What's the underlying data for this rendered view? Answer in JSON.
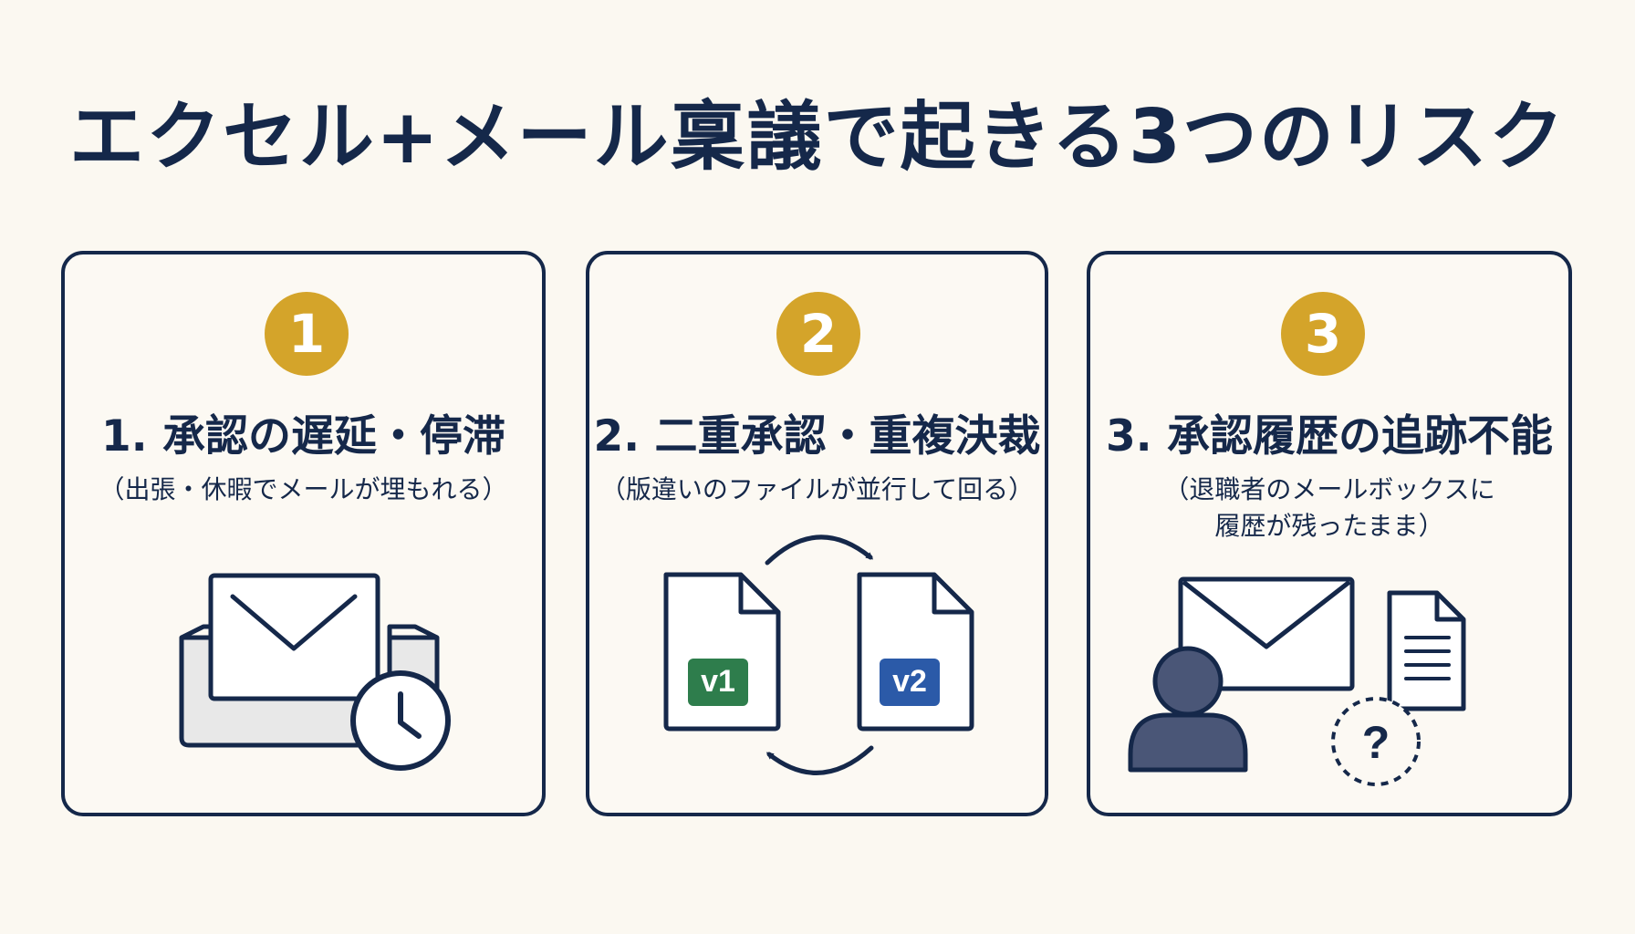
{
  "title": "エクセル+メール稟議で起きる3つのリスク",
  "colors": {
    "navy": "#15284a",
    "gold": "#d4a42a",
    "background": "#fbf8f1",
    "excel_green": "#2e7d4c",
    "word_blue": "#2b5aa8",
    "person_fill": "#4a5677"
  },
  "cards": [
    {
      "badge": "1",
      "title": "1. 承認の遅延・停滞",
      "subtitle_lines": [
        "（出張・休暇でメールが埋もれる）"
      ],
      "icons": [
        "inbox-tray-icon",
        "envelope-icon",
        "clock-icon"
      ]
    },
    {
      "badge": "2",
      "title": "2. 二重承認・重複決裁",
      "subtitle_lines": [
        "（版違いのファイルが並行して回る）"
      ],
      "file_labels": [
        "v1",
        "v2"
      ],
      "icons": [
        "file-v1-icon",
        "file-v2-icon",
        "cycle-arrows-icon"
      ]
    },
    {
      "badge": "3",
      "title": "3. 承認履歴の追跡不能",
      "subtitle_lines": [
        "（退職者のメールボックスに",
        "履歴が残ったまま）"
      ],
      "question_mark": "?",
      "icons": [
        "envelope-icon",
        "person-icon",
        "document-icon",
        "question-icon"
      ]
    }
  ]
}
